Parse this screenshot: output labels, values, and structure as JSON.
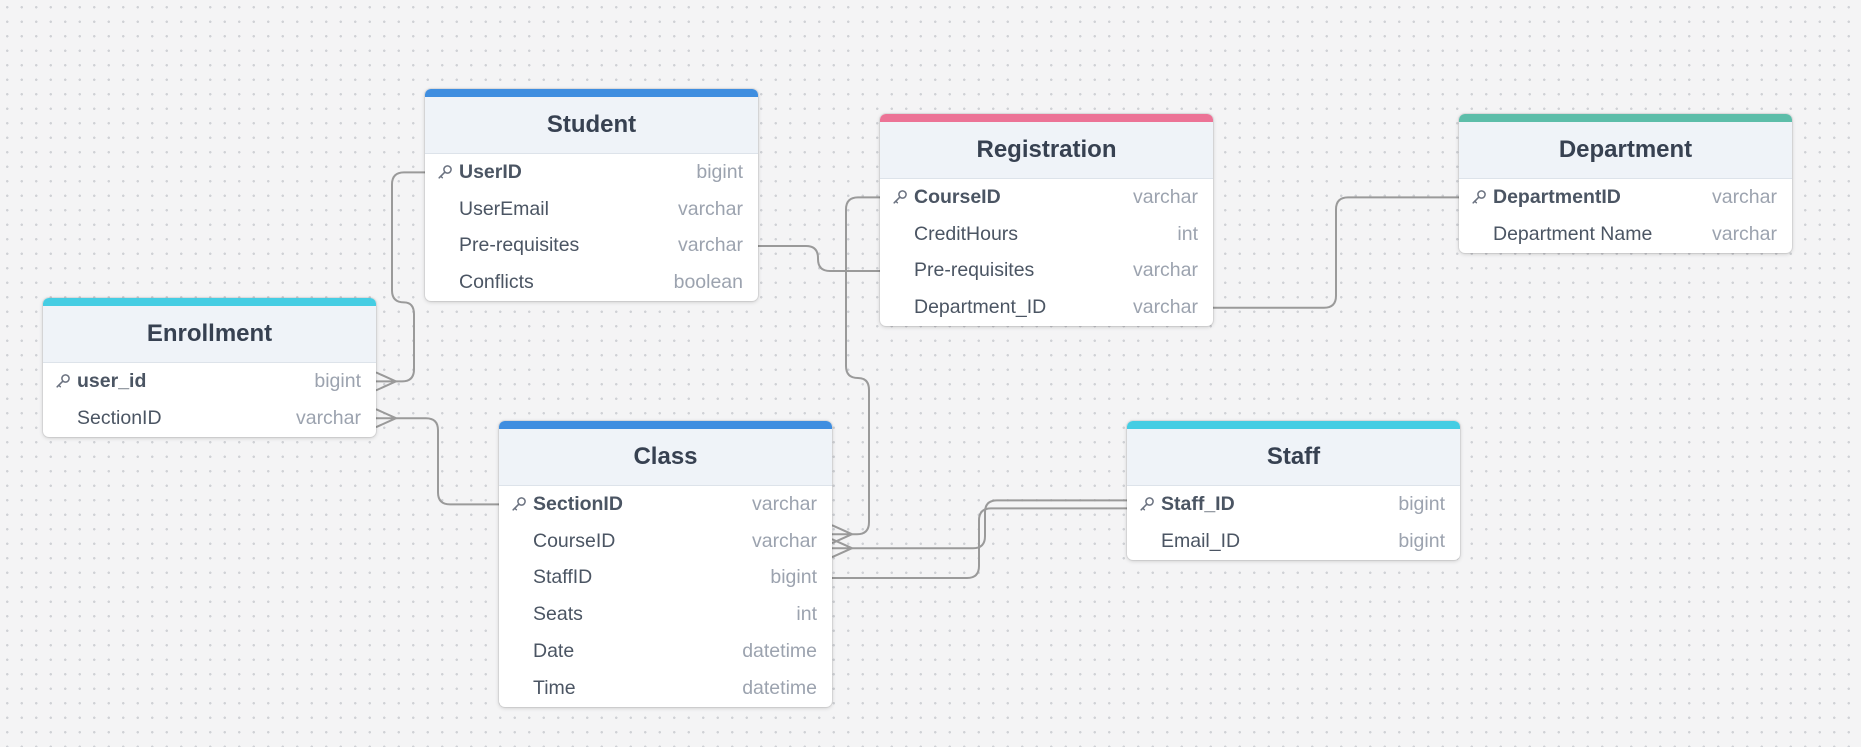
{
  "colors": {
    "canvas": "#f4f4f5",
    "connector": "#9a9a9a",
    "blue": "#3f8ee0",
    "pink": "#ec7396",
    "teal": "#5cbda9",
    "cyan": "#45cde3"
  },
  "tables": [
    {
      "id": "student",
      "name": "Student",
      "accent": "#3f8ee0",
      "columns": [
        {
          "name": "UserID",
          "type": "bigint",
          "pk": true
        },
        {
          "name": "UserEmail",
          "type": "varchar",
          "pk": false
        },
        {
          "name": "Pre-requisites",
          "type": "varchar",
          "pk": false
        },
        {
          "name": "Conflicts",
          "type": "boolean",
          "pk": false
        }
      ]
    },
    {
      "id": "registration",
      "name": "Registration",
      "accent": "#ec7396",
      "columns": [
        {
          "name": "CourseID",
          "type": "varchar",
          "pk": true
        },
        {
          "name": "CreditHours",
          "type": "int",
          "pk": false
        },
        {
          "name": "Pre-requisites",
          "type": "varchar",
          "pk": false
        },
        {
          "name": "Department_ID",
          "type": "varchar",
          "pk": false
        }
      ]
    },
    {
      "id": "department",
      "name": "Department",
      "accent": "#5cbda9",
      "columns": [
        {
          "name": "DepartmentID",
          "type": "varchar",
          "pk": true
        },
        {
          "name": "Department Name",
          "type": "varchar",
          "pk": false
        }
      ]
    },
    {
      "id": "enrollment",
      "name": "Enrollment",
      "accent": "#45cde3",
      "columns": [
        {
          "name": "user_id",
          "type": "bigint",
          "pk": true
        },
        {
          "name": "SectionID",
          "type": "varchar",
          "pk": false
        }
      ]
    },
    {
      "id": "class",
      "name": "Class",
      "accent": "#3f8ee0",
      "columns": [
        {
          "name": "SectionID",
          "type": "varchar",
          "pk": true
        },
        {
          "name": "CourseID",
          "type": "varchar",
          "pk": false
        },
        {
          "name": "StaffID",
          "type": "bigint",
          "pk": false
        },
        {
          "name": "Seats",
          "type": "int",
          "pk": false
        },
        {
          "name": "Date",
          "type": "datetime",
          "pk": false
        },
        {
          "name": "Time",
          "type": "datetime",
          "pk": false
        }
      ]
    },
    {
      "id": "staff",
      "name": "Staff",
      "accent": "#45cde3",
      "columns": [
        {
          "name": "Staff_ID",
          "type": "bigint",
          "pk": true
        },
        {
          "name": "Email_ID",
          "type": "bigint",
          "pk": false
        }
      ]
    }
  ],
  "relationships": [
    {
      "from": "student.UserID",
      "to": "enrollment.user_id",
      "cardinality": "one-to-many"
    },
    {
      "from": "class.SectionID",
      "to": "enrollment.SectionID",
      "cardinality": "one-to-many"
    },
    {
      "from": "student.Pre-requisites",
      "to": "registration.Pre-requisites",
      "cardinality": "one-to-one"
    },
    {
      "from": "registration.CourseID",
      "to": "class.CourseID",
      "cardinality": "one-to-many"
    },
    {
      "from": "department.DepartmentID",
      "to": "registration.Department_ID",
      "cardinality": "one-to-one"
    },
    {
      "from": "staff.Staff_ID",
      "to": "class.CourseID",
      "cardinality": "one-to-many"
    },
    {
      "from": "staff.Staff_ID",
      "to": "class.StaffID",
      "cardinality": "one-to-one"
    }
  ]
}
